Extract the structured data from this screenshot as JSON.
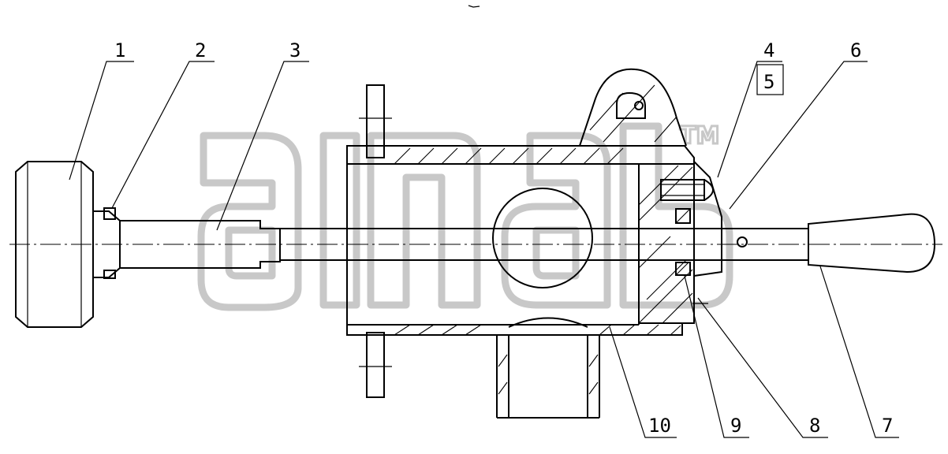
{
  "diagram": {
    "watermark_mark": "TM",
    "callouts": [
      "1",
      "2",
      "3",
      "4",
      "5",
      "6",
      "7",
      "8",
      "9",
      "10"
    ]
  }
}
